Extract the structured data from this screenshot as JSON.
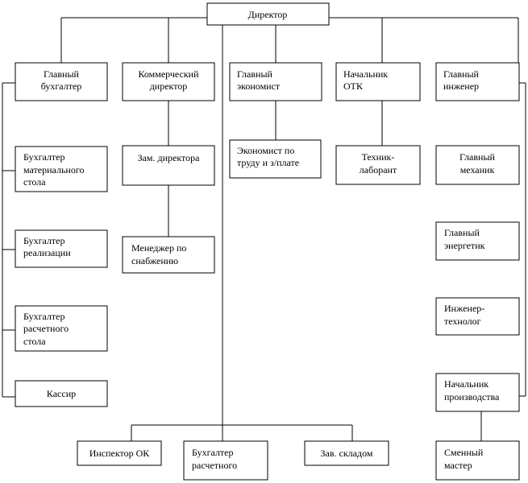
{
  "director": "Директор",
  "chief_accountant": [
    "Главный",
    "бухгалтер"
  ],
  "commercial_director": [
    "Коммерческий",
    "директор"
  ],
  "chief_economist": [
    "Главный",
    "экономист"
  ],
  "otk_head": [
    "Начальник",
    "ОТК"
  ],
  "chief_engineer": [
    "Главный",
    "инженер"
  ],
  "accountant_materials": [
    "Бухгалтер",
    "материального",
    "стола"
  ],
  "accountant_sales": [
    "Бухгалтер",
    "реализации"
  ],
  "accountant_settlement": [
    "Бухгалтер",
    "расчетного",
    "стола"
  ],
  "cashier": "Кассир",
  "deputy_director": "Зам. директора",
  "supply_manager": [
    "Менеджер по",
    "снабжению"
  ],
  "labor_economist": [
    "Экономист по",
    "труду и з/плате"
  ],
  "lab_technician": [
    "Техник-",
    "лаборант"
  ],
  "chief_mechanic": [
    "Главный",
    "механик"
  ],
  "chief_power_engineer": [
    "Главный",
    "энергетик"
  ],
  "process_engineer": [
    "Инженер-",
    "технолог"
  ],
  "production_head": [
    "Начальник",
    "производства"
  ],
  "shift_master": [
    "Сменный",
    "мастер"
  ],
  "qc_inspector": "Инспектор ОК",
  "accountant_payroll": [
    "Бухгалтер",
    "расчетного"
  ],
  "warehouse_head": "Зав. складом"
}
